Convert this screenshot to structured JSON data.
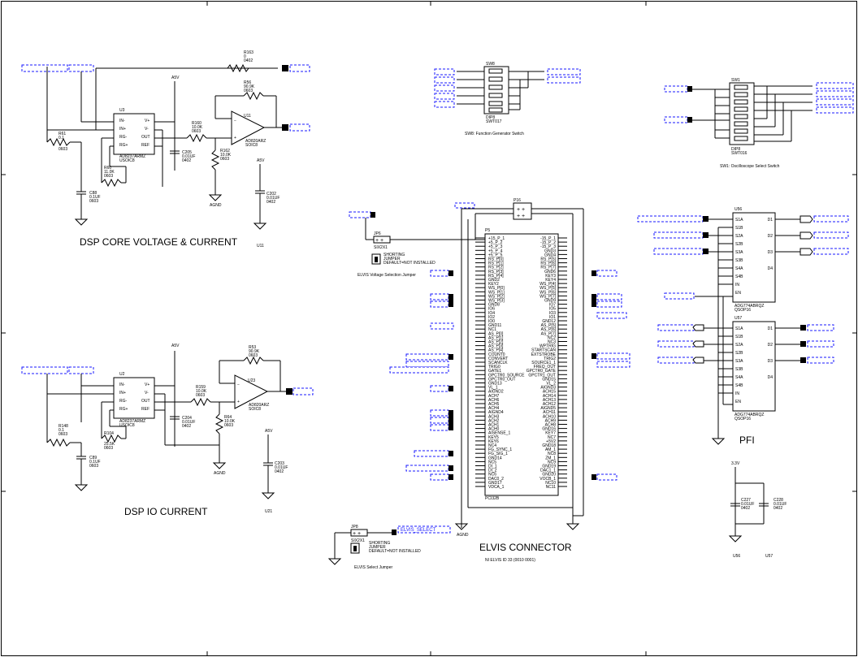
{
  "sections": {
    "dsp_core": "DSP CORE VOLTAGE & CURRENT",
    "dsp_io": "DSP IO CURRENT",
    "elvis": "ELVIS CONNECTOR",
    "elvis_sub": "NI ELVIS ID 33 (0010 0001)",
    "pfi": "PFI"
  },
  "captions": {
    "sw8": "SW8: Function Generator Switch",
    "sw1": "SW1: Oscilloscope Select Switch",
    "jp6": "ELVIS Voltage Selection Jumper",
    "jp8": "ELVIS Select Jumper",
    "shorting_jp6": [
      "SHORTING",
      "JUMPER",
      "DEFAULT=NOT INSTALLED"
    ],
    "shorting_jp8": [
      "SHORTING",
      "JUMPER",
      "DEFAULT=NOT INSTALLED"
    ]
  },
  "core": {
    "r163": [
      "R163",
      "0",
      "0402"
    ],
    "r56": [
      "R56",
      "90.9K",
      "0603"
    ],
    "r160": [
      "R160",
      "10.0K",
      "0603"
    ],
    "r162": [
      "R162",
      "10.0K",
      "0603"
    ],
    "r61": [
      "R61",
      "0.1",
      "0603"
    ],
    "r60": [
      "R60",
      "11.0K",
      "0603"
    ],
    "c88": [
      "C88",
      "0.1UF",
      "0603"
    ],
    "c205": [
      "C205",
      "0.01UF",
      "0402"
    ],
    "c202": [
      "C202",
      "0.01UF",
      "0402"
    ],
    "u3": "U3",
    "u3_part": [
      "AD8237ARMZ",
      "USOIC8"
    ],
    "u11": "U11",
    "u11_part": [
      "AD820ARZ",
      "SOIC8"
    ],
    "u11_ref": "U11",
    "a5v": "A5V",
    "agnd": "AGND"
  },
  "io": {
    "r53": [
      "R53",
      "90.9K",
      "0603"
    ],
    "r159": [
      "R159",
      "10.0K",
      "0603"
    ],
    "r64": [
      "R64",
      "10.0K",
      "0603"
    ],
    "r148": [
      "R148",
      "0.1",
      "0603"
    ],
    "r104": [
      "R104",
      "25.5K",
      "0603"
    ],
    "c89": [
      "C89",
      "0.1UF",
      "0603"
    ],
    "c204": [
      "C204",
      "0.01UF",
      "0402"
    ],
    "c203": [
      "C203",
      "0.01UF",
      "0402"
    ],
    "u2": "U2",
    "u2_part": [
      "AD8237ARMZ",
      "USOIC8"
    ],
    "u23": "U23",
    "u23_part": [
      "AD820ARZ",
      "SOIC8"
    ],
    "u21": "U21",
    "a5v": "A5V",
    "agnd": "AGND"
  },
  "sw8": {
    "ref": "SW8",
    "part": [
      "DIP8",
      "SWT017"
    ]
  },
  "sw1": {
    "ref": "SW1",
    "part": [
      "DIP8",
      "SWT016"
    ]
  },
  "elvis": {
    "p5": "P5",
    "part": "PCI32B",
    "p16": "P16",
    "jp6": "JP6",
    "jp6_part": "SIX2X1",
    "jp8": "JP8",
    "jp8_part": "SIX2X1",
    "agnd": "AGND",
    "elvis_select": "ELVIS_SELECT",
    "left_pins": [
      "+15_P_1",
      "+5_P_2",
      "+5_P_3",
      "+5_P_4",
      "+5_P_5",
      "RS_P[0]",
      "RS_P[1]",
      "RS_P[2]",
      "RS_P[3]",
      "RS_P[4]",
      "GND2",
      "KEY2",
      "WS_P[0]",
      "WS_P[1]",
      "WS_P[2]",
      "WS_P[3]",
      "GND8",
      "IO6",
      "IO4",
      "IO2",
      "IO0",
      "GND11",
      "NC1",
      "AS_P[0]",
      "AS_P[1]",
      "AS_P[2]",
      "AS_P[3]",
      "AS_P[4]",
      "COUNT0",
      "CONVERT",
      "SCANCLK",
      "TRIG0",
      "GATE1",
      "GPCTR0_SOURCE",
      "GPCTR0_OUT",
      "GND13",
      "VL_1",
      "AIGND2",
      "ACH7",
      "ACH6",
      "ACH5",
      "ACH4",
      "AIGND4",
      "ACH3",
      "ACH2",
      "ACH1",
      "ACH0",
      "AISENSE_1",
      "KEY5",
      "KEY6",
      "NC4",
      "FG_SYNC_1",
      "FG_SIG_1",
      "GND14",
      "NC5",
      "DI_1",
      "DI_2",
      "NC6",
      "DAC0_2",
      "GND17",
      "VDCA_1"
    ],
    "right_pins": [
      "-15_P_1",
      "-15_P_2",
      "-15_P_3",
      "GND3",
      "GND4",
      "RS_P[5]",
      "RS_P[6]",
      "RS_P[7]",
      "GND6",
      "KEY3",
      "KEY4",
      "WS_P[4]",
      "WS_P[5]",
      "WS_P[6]",
      "WS_P[7]",
      "GND9",
      "IO7",
      "IO5",
      "IO3",
      "IO1",
      "GND12",
      "AS_P[5]",
      "AS_P[6]",
      "AS_P[7]",
      "NC2",
      "NC3",
      "WPTRIG",
      "STARTSCAN",
      "EXTSTROBE",
      "TRIG2",
      "SOURCE1_1",
      "FREQ_OUT",
      "GPCTR0_GATE",
      "GPCTR1_OUT",
      "GND15",
      "VL_2",
      "AIGND3",
      "ACH15",
      "ACH14",
      "ACH13",
      "ACH12",
      "AIGND5",
      "ACH11",
      "ACH10",
      "ACH9",
      "ACH8",
      "GND16",
      "KEY7",
      "NC7",
      "+5V2",
      "GND18",
      "AM_1",
      "NC8",
      "ZM_1",
      "NC9",
      "GND19",
      "DAC1_1",
      "GND20",
      "VOCB_1",
      "NC10",
      "NC11"
    ]
  },
  "pfi": {
    "u56": "U56",
    "u57": "U57",
    "part": [
      "ADG774ABRQZ",
      "QSOP16"
    ],
    "u56_ref": "U56",
    "u57_ref": "U57",
    "v33": "3.3V",
    "c227": [
      "C227",
      "0.01UF",
      "0402"
    ],
    "c228": [
      "C228",
      "0.01UF",
      "0402"
    ],
    "pins_left": [
      "S1A",
      "S1B",
      "S2A",
      "S2B",
      "S3A",
      "S3B",
      "S4A",
      "S4B",
      "IN",
      "EN"
    ],
    "pins_right": [
      "D1",
      "D2",
      "D3",
      "D4"
    ]
  }
}
